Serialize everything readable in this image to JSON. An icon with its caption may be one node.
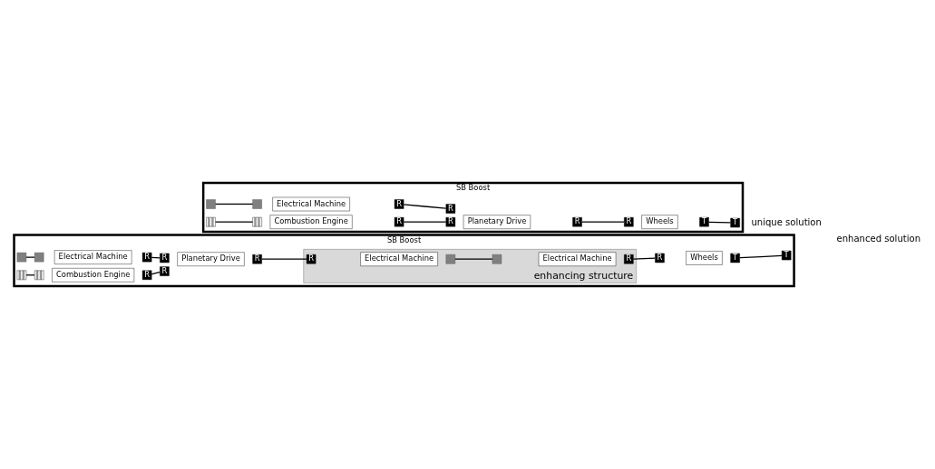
{
  "diagram": {
    "nodes": [
      {
        "text": [
          "SB Boost"
        ]
      },
      {
        "text": [],
        "shape": "box",
        "in": 0
      },
      {
        "text": [],
        "shape": "box",
        "in": 0
      },
      {
        "text": [
          "Electrical Machine"
        ],
        "in": 0
      },
      {
        "text": [
          "R"
        ],
        "in": 0
      },
      {
        "text": [
          "R"
        ],
        "in": 0
      },
      {
        "text": [
          "R"
        ],
        "in": 0
      },
      {
        "text": [
          "Planetary Drive"
        ],
        "in": 0
      },
      {
        "text": [
          "R"
        ],
        "in": 0
      },
      {
        "text": [
          "R"
        ],
        "in": 0
      },
      {
        "text": [
          "Wheels"
        ],
        "in": 0
      },
      {
        "text": [
          "T"
        ],
        "in": 0
      },
      {
        "text": [
          "T"
        ],
        "in": 0
      },
      {
        "text": [],
        "shape": "box",
        "in": 0
      },
      {
        "text": [],
        "shape": "box",
        "in": 0
      },
      {
        "text": [
          "Combustion Engine"
        ],
        "in": 0
      },
      {
        "text": [
          "R"
        ],
        "in": 0
      },
      {
        "text": [
          "SB Boost"
        ]
      },
      {
        "text": [],
        "shape": "box",
        "in": 17
      },
      {
        "text": [],
        "shape": "box",
        "in": 17
      },
      {
        "text": [
          "Electrical Machine"
        ],
        "in": 17
      },
      {
        "text": [
          "R"
        ],
        "in": 17
      },
      {
        "text": [
          "R"
        ],
        "in": 17
      },
      {
        "text": [
          "R"
        ],
        "in": 17
      },
      {
        "text": [
          "Planetary Drive"
        ],
        "in": 17
      },
      {
        "text": [
          "R"
        ],
        "in": 17
      },
      {
        "text": [
          "enhancing structure"
        ],
        "in": 17
      },
      {
        "text": [
          "R"
        ],
        "in": 26
      },
      {
        "text": [
          "Electrical Machine"
        ],
        "in": 26
      },
      {
        "text": [],
        "shape": "box",
        "in": 26
      },
      {
        "text": [],
        "shape": "box",
        "in": 26
      },
      {
        "text": [
          "Electrical Machine"
        ],
        "in": 26
      },
      {
        "text": [
          "R"
        ],
        "in": 26
      },
      {
        "text": [
          "R"
        ],
        "in": 17
      },
      {
        "text": [
          "Wheels"
        ],
        "in": 17
      },
      {
        "text": [
          "T"
        ],
        "in": 17
      },
      {
        "text": [
          "T"
        ],
        "in": 17
      },
      {
        "text": [],
        "shape": "box",
        "in": 17
      },
      {
        "text": [],
        "shape": "box",
        "in": 17
      },
      {
        "text": [
          "Combustion Engine"
        ],
        "in": 17
      },
      {
        "text": [
          "R"
        ],
        "in": 17
      }
    ],
    "edges": [
      {
        "from": 1,
        "to": 2,
        "arrow": "none"
      },
      {
        "from": 4,
        "to": 5,
        "arrow": "none"
      },
      {
        "from": 16,
        "to": 6,
        "arrow": "none"
      },
      {
        "from": 8,
        "to": 9,
        "arrow": "none"
      },
      {
        "from": 11,
        "to": 12,
        "arrow": "none"
      },
      {
        "from": 13,
        "to": 14,
        "arrow": "none"
      },
      {
        "from": 18,
        "to": 19,
        "arrow": "none"
      },
      {
        "from": 21,
        "to": 22,
        "arrow": "none"
      },
      {
        "from": 40,
        "to": 23,
        "arrow": "none"
      },
      {
        "from": 25,
        "to": 27,
        "arrow": "none"
      },
      {
        "from": 29,
        "to": 30,
        "arrow": "none"
      },
      {
        "from": 32,
        "to": 33,
        "arrow": "none"
      },
      {
        "from": 35,
        "to": 36,
        "arrow": "none"
      },
      {
        "from": 37,
        "to": 38,
        "arrow": "none"
      }
    ],
    "labels": [
      "unique solution",
      "enhanced solution"
    ]
  }
}
